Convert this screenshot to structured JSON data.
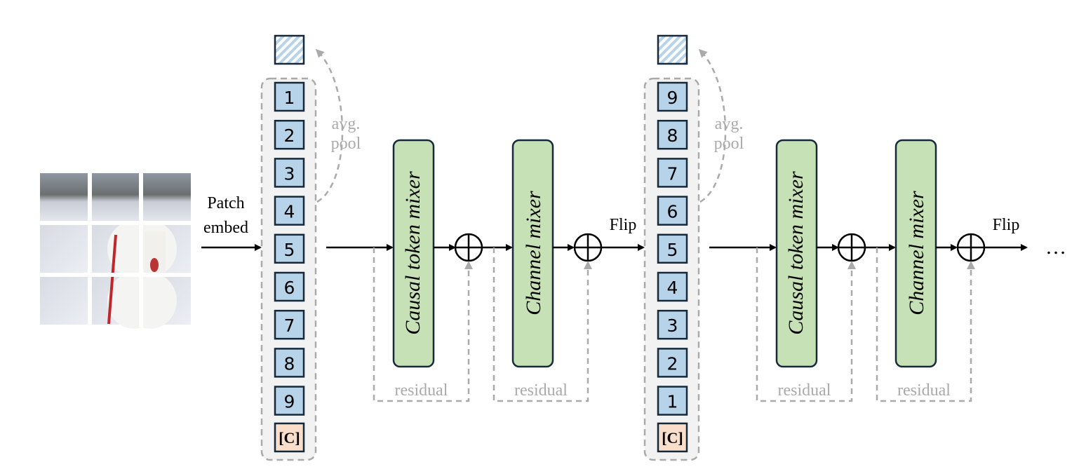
{
  "patch_label": [
    "Patch",
    "embed"
  ],
  "blocks": [
    {
      "tokens": [
        "1",
        "2",
        "3",
        "4",
        "5",
        "6",
        "7",
        "8",
        "9"
      ],
      "cls_token": "[C]",
      "pool_label": [
        "avg.",
        "pool"
      ],
      "token_mixer_label": "Causal token mixer",
      "channel_mixer_label": "Channel mixer",
      "residual_label": "residual",
      "flip_label": "Flip"
    },
    {
      "tokens": [
        "9",
        "8",
        "7",
        "6",
        "5",
        "4",
        "3",
        "2",
        "1"
      ],
      "cls_token": "[C]",
      "pool_label": [
        "avg.",
        "pool"
      ],
      "token_mixer_label": "Causal token mixer",
      "channel_mixer_label": "Channel mixer",
      "residual_label": "residual",
      "flip_label": "Flip"
    }
  ],
  "continuation": "…",
  "colors": {
    "token": "#b7d3ea",
    "cls": "#f9dfcb",
    "mixer": "#c6e1b5",
    "dashed": "#aaaaaa"
  }
}
